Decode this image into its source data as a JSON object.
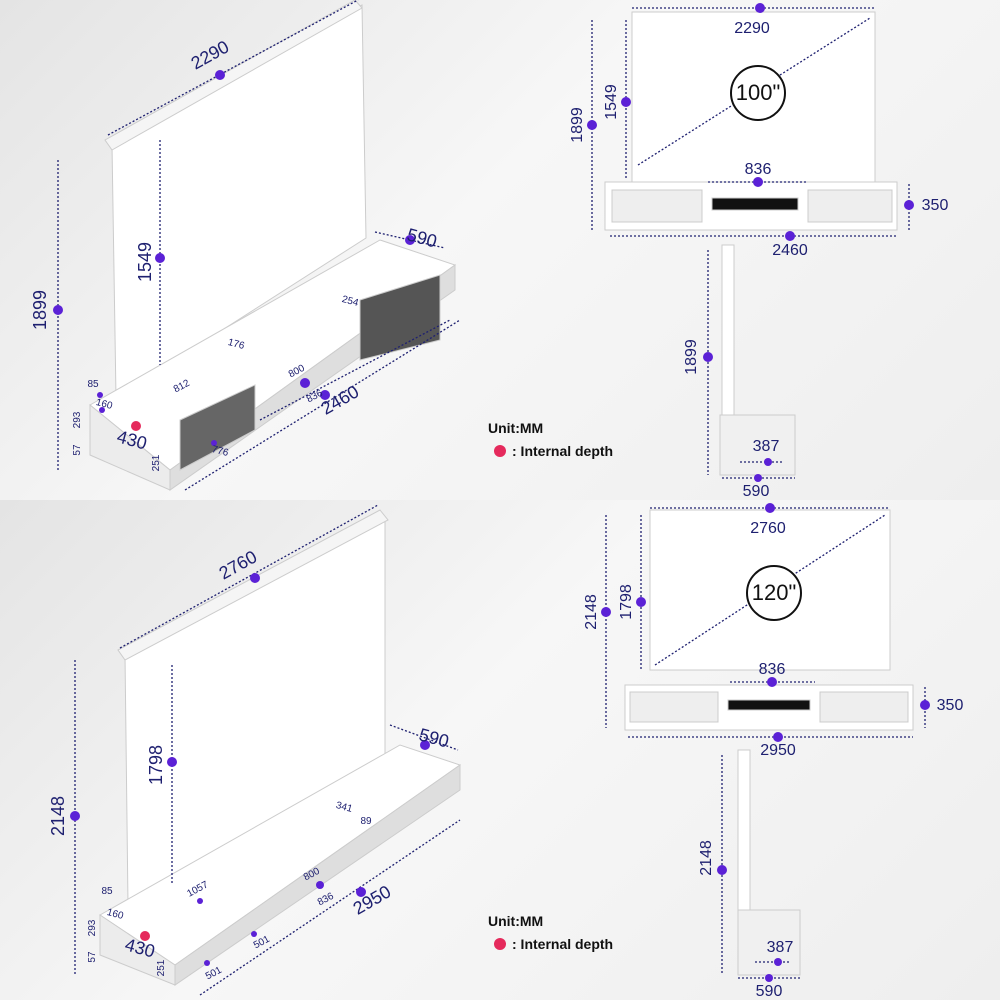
{
  "colors": {
    "dimension_line": "#1e2070",
    "dot": "#5b21d6",
    "internal_depth_dot": "#e52a5c"
  },
  "top": {
    "iso": {
      "width": "2290",
      "height_total": "1899",
      "screen_height": "1549",
      "depth": "590",
      "length": "2460",
      "d254": "254",
      "d176": "176",
      "d812": "812",
      "d800": "800",
      "d836": "836",
      "d85": "85",
      "d160": "160",
      "d293": "293",
      "d57": "57",
      "d430": "430",
      "d251": "251",
      "d776": "776"
    },
    "legend": {
      "unit": "Unit:MM",
      "internal_depth": ": Internal depth"
    },
    "front": {
      "width": "2290",
      "diagonal": "100\"",
      "height_total": "1899",
      "screen_height": "1549",
      "center": "836",
      "cab_height": "350",
      "length": "2460"
    },
    "side": {
      "height": "1899",
      "inner": "387",
      "depth": "590"
    }
  },
  "bottom": {
    "iso": {
      "width": "2760",
      "height_total": "2148",
      "screen_height": "1798",
      "depth": "590",
      "length": "2950",
      "d341": "341",
      "d89": "89",
      "d1057": "1057",
      "d800": "800",
      "d836": "836",
      "d85": "85",
      "d160": "160",
      "d293": "293",
      "d57": "57",
      "d430": "430",
      "d251": "251",
      "d501a": "501",
      "d501b": "501"
    },
    "legend": {
      "unit": "Unit:MM",
      "internal_depth": ": Internal depth"
    },
    "front": {
      "width": "2760",
      "diagonal": "120\"",
      "height_total": "2148",
      "screen_height": "1798",
      "center": "836",
      "cab_height": "350",
      "length": "2950"
    },
    "side": {
      "height": "2148",
      "inner": "387",
      "depth": "590"
    }
  }
}
